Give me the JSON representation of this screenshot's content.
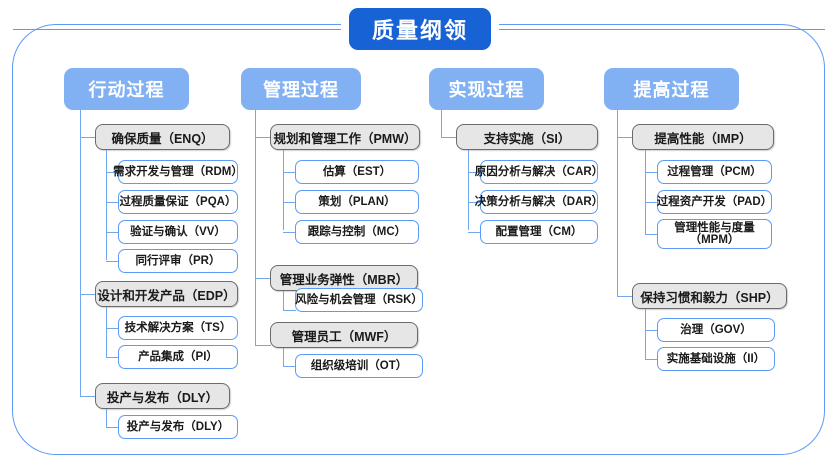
{
  "diagram": {
    "title": "质量纲领",
    "columns": [
      {
        "header": "行动过程",
        "groups": [
          {
            "label": "确保质量（ENQ）",
            "items": [
              {
                "label": "需求开发与管理（RDM）"
              },
              {
                "label": "过程质量保证（PQA）"
              },
              {
                "label": "验证与确认（VV）"
              },
              {
                "label": "同行评审（PR）"
              }
            ]
          },
          {
            "label": "设计和开发产品（EDP）",
            "items": [
              {
                "label": "技术解决方案（TS）"
              },
              {
                "label": "产品集成（PI）"
              }
            ]
          },
          {
            "label": "投产与发布（DLY）",
            "items": [
              {
                "label": "投产与发布（DLY）"
              }
            ]
          }
        ]
      },
      {
        "header": "管理过程",
        "groups": [
          {
            "label": "规划和管理工作（PMW）",
            "items": [
              {
                "label": "估算（EST）"
              },
              {
                "label": "策划（PLAN）"
              },
              {
                "label": "跟踪与控制（MC）"
              }
            ]
          },
          {
            "label": "管理业务弹性（MBR）",
            "items": [
              {
                "label": "风险与机会管理（RSK）"
              }
            ]
          },
          {
            "label": "管理员工（MWF）",
            "items": [
              {
                "label": "组织级培训（OT）"
              }
            ]
          }
        ]
      },
      {
        "header": "实现过程",
        "groups": [
          {
            "label": "支持实施（SI）",
            "items": [
              {
                "label": "原因分析与解决（CAR）"
              },
              {
                "label": "决策分析与解决（DAR）"
              },
              {
                "label": "配置管理（CM）"
              }
            ]
          }
        ]
      },
      {
        "header": "提高过程",
        "groups": [
          {
            "label": "提高性能（IMP）",
            "items": [
              {
                "label": "过程管理（PCM）"
              },
              {
                "label": "过程资产开发（PAD）"
              },
              {
                "label": "管理性能与度量\n（MPM）"
              }
            ]
          },
          {
            "label": "保持习惯和毅力（SHP）",
            "items": [
              {
                "label": "治理（GOV）"
              },
              {
                "label": "实施基础设施（II）"
              }
            ]
          }
        ]
      }
    ],
    "colors": {
      "title_bg": "#1763d6",
      "header_bg": "#82b1f3",
      "group_bg": "#e6e6e6",
      "group_border": "#6b6b6b",
      "leaf_border": "#5b9bf5",
      "connector": "#6fa8f0",
      "frame_border": "#5b9bf5"
    }
  }
}
